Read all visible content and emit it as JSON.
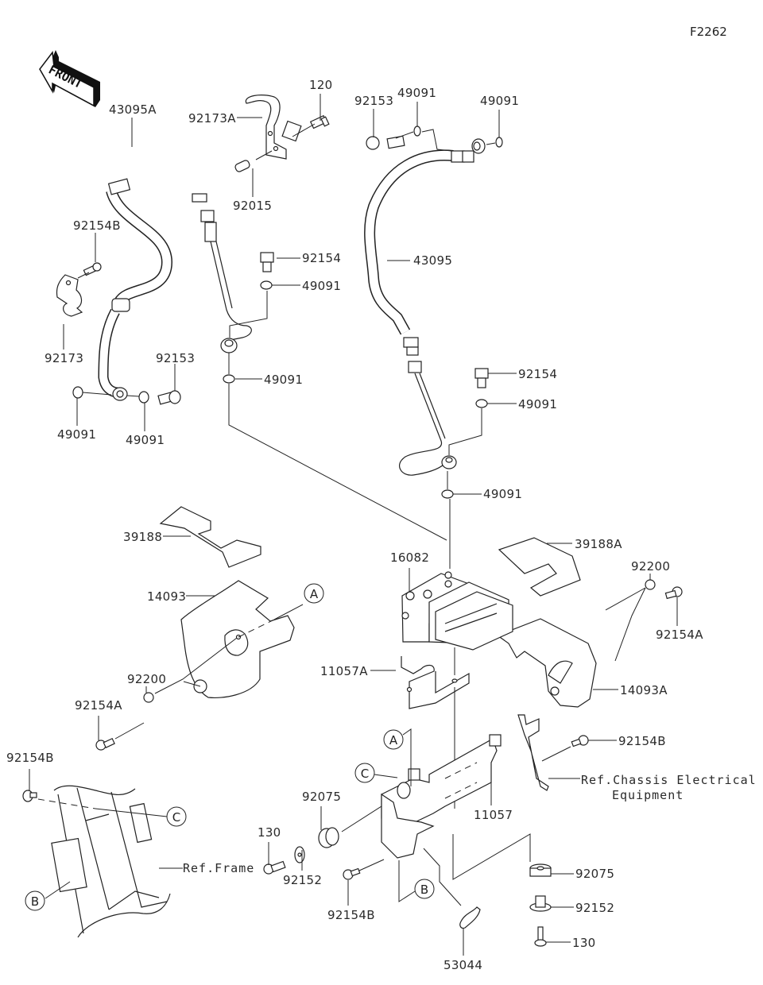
{
  "diagram": {
    "figure_code": "F2262",
    "direction_indicator": "FRONT",
    "callouts": {
      "A": "A",
      "B": "B",
      "C": "C"
    },
    "references": {
      "frame": "Ref.Frame",
      "chassis_line1": "Ref.Chassis Electrical",
      "chassis_line2": "Equipment"
    },
    "parts": [
      {
        "id": "p1",
        "number": "43095A"
      },
      {
        "id": "p2",
        "number": "92173A"
      },
      {
        "id": "p3",
        "number": "120"
      },
      {
        "id": "p4",
        "number": "92015"
      },
      {
        "id": "p5",
        "number": "92153"
      },
      {
        "id": "p6",
        "number": "49091"
      },
      {
        "id": "p7",
        "number": "49091"
      },
      {
        "id": "p8",
        "number": "43095"
      },
      {
        "id": "p9",
        "number": "92154B"
      },
      {
        "id": "p10",
        "number": "92173"
      },
      {
        "id": "p11",
        "number": "92154"
      },
      {
        "id": "p12",
        "number": "49091"
      },
      {
        "id": "p13",
        "number": "49091"
      },
      {
        "id": "p14",
        "number": "92153"
      },
      {
        "id": "p15",
        "number": "49091"
      },
      {
        "id": "p16",
        "number": "49091"
      },
      {
        "id": "p17",
        "number": "92154"
      },
      {
        "id": "p18",
        "number": "49091"
      },
      {
        "id": "p19",
        "number": "49091"
      },
      {
        "id": "p20",
        "number": "39188"
      },
      {
        "id": "p21",
        "number": "39188A"
      },
      {
        "id": "p22",
        "number": "16082"
      },
      {
        "id": "p23",
        "number": "14093"
      },
      {
        "id": "p24",
        "number": "92200"
      },
      {
        "id": "p25",
        "number": "92154A"
      },
      {
        "id": "p26",
        "number": "11057A"
      },
      {
        "id": "p27",
        "number": "14093A"
      },
      {
        "id": "p28",
        "number": "92200"
      },
      {
        "id": "p29",
        "number": "92154A"
      },
      {
        "id": "p30",
        "number": "92154B"
      },
      {
        "id": "p31",
        "number": "92154B"
      },
      {
        "id": "p32",
        "number": "92075"
      },
      {
        "id": "p33",
        "number": "11057"
      },
      {
        "id": "p34",
        "number": "130"
      },
      {
        "id": "p35",
        "number": "92152"
      },
      {
        "id": "p36",
        "number": "92154B"
      },
      {
        "id": "p37",
        "number": "53044"
      },
      {
        "id": "p38",
        "number": "92075"
      },
      {
        "id": "p39",
        "number": "92152"
      },
      {
        "id": "p40",
        "number": "130"
      }
    ]
  }
}
